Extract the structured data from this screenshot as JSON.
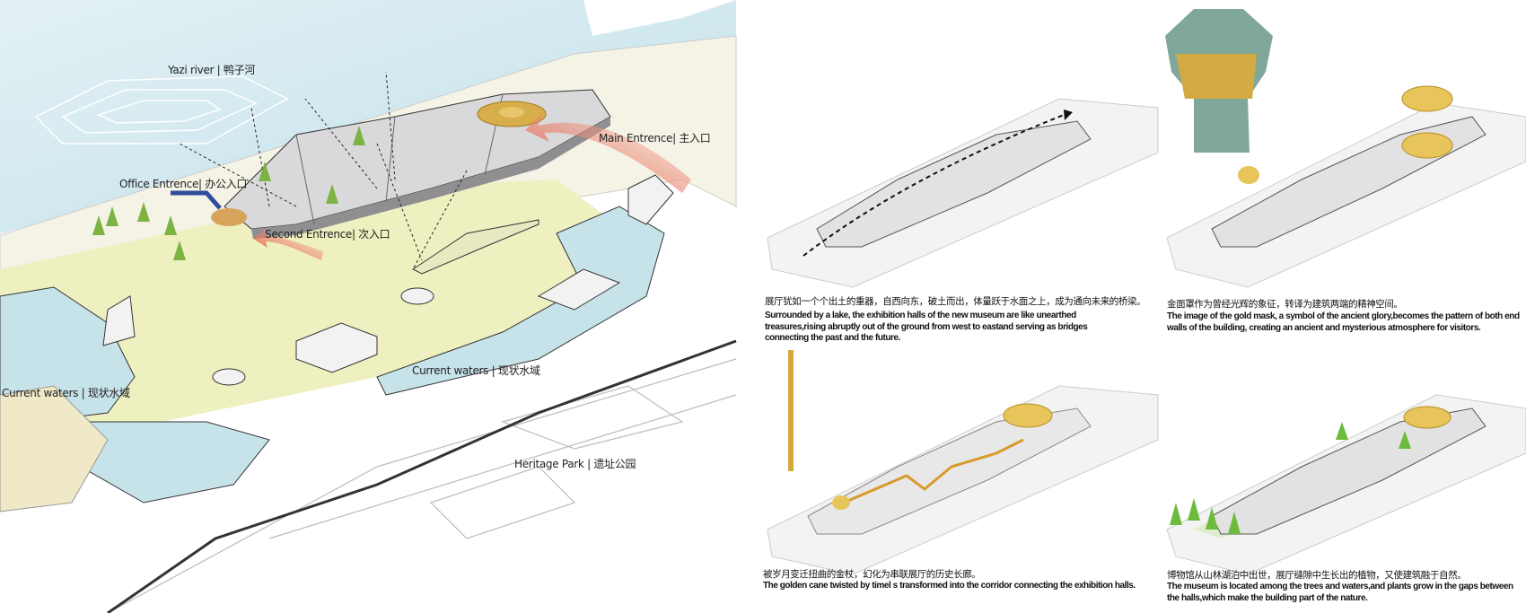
{
  "site_plan": {
    "labels": {
      "yazi_river": "Yazi river |   鸭子河",
      "main_entrance": "Main Entrence| 主入口",
      "office_entrance": "Office Entrence| 办公入口",
      "second_entrance": "Second Entrence| 次入口",
      "current_waters_left": "Current waters | 现状水域",
      "current_waters_middle": "Current waters | 现状水域",
      "heritage_park": "Heritage Park |  遗址公园"
    },
    "colors": {
      "river": "#cfe8ef",
      "park": "#eef0bf",
      "building": "#d9d9db",
      "gold": "#d8ae4a",
      "main_arrow": "#e0452c",
      "office_arrow": "#2e4d9c"
    }
  },
  "panels": [
    {
      "caption_cn": "展厅犹如一个个出土的重器，自西向东，破土而出，体量跃于水面之上，成为通向未来的桥梁。",
      "caption_en": "Surrounded by a lake, the exhibition halls of the new museum are like unearthed treasures,rising abruptly out of the ground from west to eastand serving as bridges connecting the past and the future."
    },
    {
      "caption_cn": "金面罩作为曾经光辉的象征，转译为建筑两端的精神空间。",
      "caption_en": "The image of the gold mask, a symbol of the ancient glory,becomes the pattern of both end walls of the building, creating an ancient and mysterious atmosphere for visitors."
    },
    {
      "caption_cn": "被岁月变迁扭曲的金杖，幻化为串联展厅的历史长廊。",
      "caption_en": "The golden cane twisted by timel s transformed into the corridor connecting the exhibition halls."
    },
    {
      "caption_cn": "博物馆从山林湖泊中出世，展厅缝隙中生长出的植物，又使建筑融于自然。",
      "caption_en": "The museum is located among the trees and waters,and plants grow in the gaps between the halls,which make the building part of the nature."
    }
  ]
}
